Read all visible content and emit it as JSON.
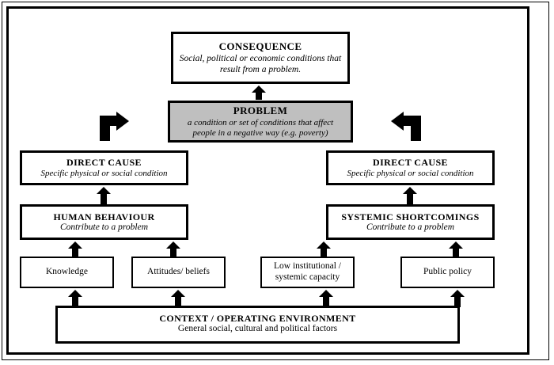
{
  "diagram": {
    "consequence": {
      "title": "CONSEQUENCE",
      "subtitle": "Social, political or economic conditions that result from a problem."
    },
    "problem": {
      "title": "PROBLEM",
      "subtitle": "a condition or set of conditions that affect people in a negative way (e.g. poverty)",
      "fill": "#bfbfbf"
    },
    "direct_cause_left": {
      "title": "DIRECT CAUSE",
      "subtitle": "Specific physical or social condition"
    },
    "direct_cause_right": {
      "title": "DIRECT CAUSE",
      "subtitle": "Specific physical or social condition"
    },
    "human_behaviour": {
      "title": "HUMAN BEHAVIOUR",
      "subtitle": "Contribute to a problem"
    },
    "systemic_shortcomings": {
      "title": "SYSTEMIC SHORTCOMINGS",
      "subtitle": "Contribute to a problem"
    },
    "factors": [
      {
        "label": "Knowledge"
      },
      {
        "label": "Attitudes/ beliefs"
      },
      {
        "label": "Low institutional / systemic capacity"
      },
      {
        "label": "Public policy"
      }
    ],
    "context": {
      "title": "CONTEXT / OPERATING ENVIRONMENT",
      "subtitle": "General social, cultural and political factors"
    },
    "connectors": {
      "consequence_from_problem": "arrow-up-icon",
      "problem_from_left_branch": "elbow-arrow-right-icon",
      "problem_from_right_branch": "elbow-arrow-left-icon",
      "direct_cause_left_from_human_behaviour": "arrow-up-icon",
      "direct_cause_right_from_systemic_shortcomings": "arrow-up-icon",
      "human_behaviour_from_knowledge": "arrow-up-icon",
      "human_behaviour_from_attitudes": "arrow-up-icon",
      "systemic_from_capacity": "arrow-up-icon",
      "systemic_from_public_policy": "arrow-up-icon",
      "knowledge_from_context": "arrow-up-icon",
      "attitudes_from_context": "arrow-up-icon",
      "capacity_from_context": "arrow-up-icon",
      "public_policy_from_context": "arrow-up-icon"
    },
    "colors": {
      "line": "#000000",
      "background": "#ffffff",
      "shaded_fill": "#bfbfbf"
    }
  }
}
